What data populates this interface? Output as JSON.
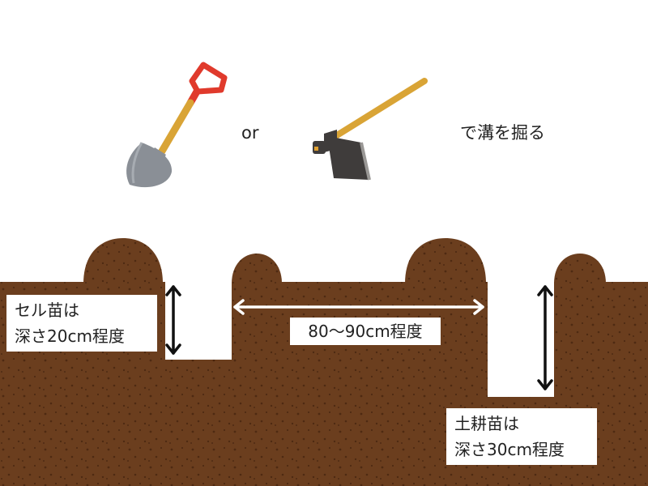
{
  "header": {
    "connector": "or",
    "action": "で溝を掘る"
  },
  "labels": {
    "cell_seedling": {
      "line1": "セル苗は",
      "line2": "深さ20cm程度"
    },
    "row_spacing": "80〜90cm程度",
    "soil_seedling": {
      "line1": "土耕苗は",
      "line2": "深さ30cm程度"
    }
  },
  "colors": {
    "soil": "#6b3e1e",
    "soil_dots": "#4e2a12",
    "shovel_handle": "#e03a2c",
    "wood": "#d9a436",
    "metal": "#8a8f96",
    "hoe_blade": "#3f3c3b"
  },
  "icons": [
    "shovel-icon",
    "hoe-icon"
  ]
}
